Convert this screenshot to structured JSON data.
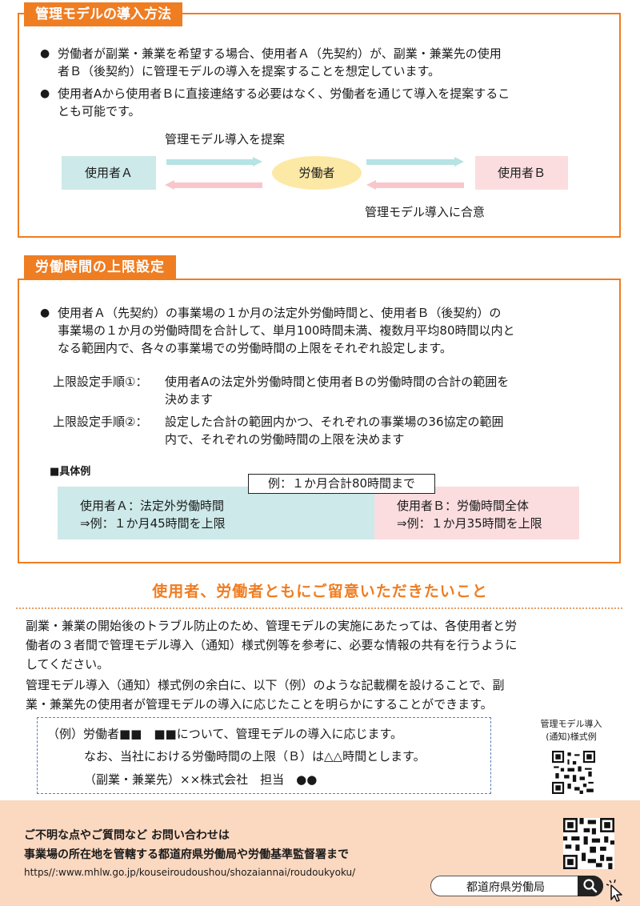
{
  "section1": {
    "title": "管理モデルの導入方法",
    "bullets": [
      [
        "労働者が副業・兼業を希望する場合、使用者Ａ（先契約）が、副業・兼業先の使用",
        "者Ｂ（後契約）に管理モデルの導入を提案することを想定しています。"
      ],
      [
        "使用者Aから使用者Ｂに直接連絡する必要はなく、労働者を通じて導入を提案するこ",
        "とも可能です。"
      ]
    ],
    "flow": {
      "employer_a": "使用者Ａ",
      "worker": "労働者",
      "employer_b": "使用者Ｂ",
      "propose_label": "管理モデル導入を提案",
      "agree_label": "管理モデル導入に合意"
    }
  },
  "section2": {
    "title": "労働時間の上限設定",
    "bullet": [
      "使用者Ａ（先契約）の事業場の１か月の法定外労働時間と、使用者Ｂ（後契約）の",
      "事業場の１か月の労働時間を合計して、単月100時間未満、複数月平均80時間以内と",
      "なる範囲内で、各々の事業場での労働時間の上限をそれぞれ設定します。"
    ],
    "steps": [
      {
        "label": "上限設定手順①：",
        "lines": [
          "使用者Aの法定外労働時間と使用者Ｂの労働時間の合計の範囲を",
          "決めます"
        ]
      },
      {
        "label": "上限設定手順②：",
        "lines": [
          "設定した合計の範囲内かつ、それぞれの事業場の36協定の範囲",
          "内で、それぞれの労働時間の上限を決めます"
        ]
      }
    ],
    "example_heading": "■具体例",
    "example_total": "例：１か月合計80時間まで",
    "example_a": [
      "使用者Ａ：法定外労働時間",
      "⇒例：１か月45時間を上限"
    ],
    "example_b": [
      "使用者Ｂ：労働時間全体",
      "⇒例：１か月35時間を上限"
    ]
  },
  "notice": {
    "title": "使用者、労働者ともにご留意いただきたいこと",
    "para1": [
      "副業・兼業の開始後のトラブル防止のため、管理モデルの実施にあたっては、各使用者と労",
      "働者の３者間で管理モデル導入（通知）様式例等を参考に、必要な情報の共有を行うように",
      "してください。"
    ],
    "para2": [
      "管理モデル導入（通知）様式例の余白に、以下（例）のような記載欄を設けることで、副",
      "業・兼業先の使用者が管理モデルの導入に応じたことを明らかにすることができます。"
    ],
    "example_lines": [
      "（例）労働者■■　■■について、管理モデルの導入に応じます。",
      "なお、当社における労働時間の上限（Ｂ）は△△時間とします。",
      "（副業・兼業先）××株式会社　担当　●●"
    ],
    "qr_caption": [
      "管理モデル導入",
      "(通知)様式例"
    ]
  },
  "footer": {
    "line1": "ご不明な点やご質問など お問い合わせは",
    "line2": "事業場の所在地を管轄する都道府県労働局や労働基準監督署まで",
    "url": "https//:www.mhlw.go.jp/kouseiroudoushou/shozaiannai/roudoukyoku/",
    "search_text": "都道府県労働局"
  },
  "colors": {
    "accent": "#ef7d22",
    "employer_a_fill": "#cde9e9",
    "worker_fill": "#fde9a6",
    "employer_b_fill": "#fbdde0",
    "arrow_teal": "#b6e3e3",
    "arrow_pink": "#f9c6cc",
    "footer_bg": "#fbd8c0"
  },
  "icons": [
    "search-icon",
    "cursor-icon",
    "qr-code"
  ]
}
